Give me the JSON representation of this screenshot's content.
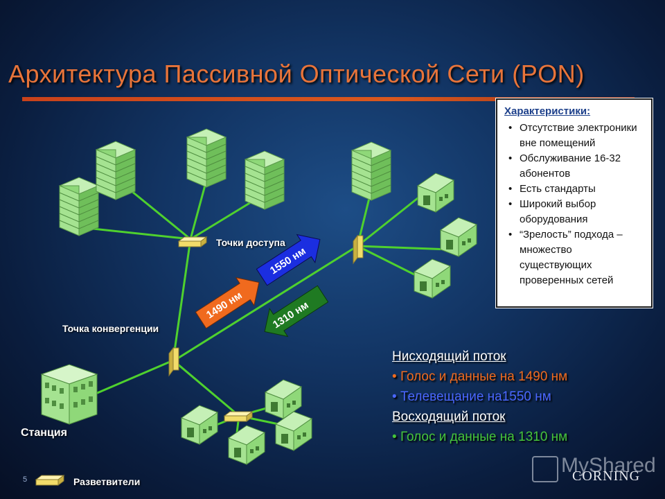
{
  "title": "Архитектура Пассивной Оптической Сети (PON)",
  "labels": {
    "access_points": "Точки доступа",
    "convergence_point": "Точка конвергенции",
    "station": "Станция",
    "splitters": "Разветвители"
  },
  "wavelengths": {
    "w1550": "1550 нм",
    "w1490": "1490 нм",
    "w1310": "1310 нм"
  },
  "characteristics": {
    "heading": "Характеристики:",
    "items": [
      "Отсутствие электроники вне помещений",
      "Обслуживание 16-32 абонентов",
      "Есть стандарты",
      "Широкий выбор оборудования",
      "“Зрелость” подхода – множество существующих проверенных сетей"
    ]
  },
  "flows": {
    "downstream_heading": "Нисходящий поток",
    "downstream_items": [
      "Голос и данные на 1490 нм",
      "Телевещание на1550 нм"
    ],
    "upstream_heading": "Восходящий поток",
    "upstream_items": [
      "Голос и данные на 1310 нм"
    ]
  },
  "footer": {
    "slide_number": "5",
    "watermark": "MyShared",
    "brand": "CORNING"
  },
  "colors": {
    "title": "#e8743a",
    "fiber": "#4fd12e",
    "arrow_1490": "#f06a1e",
    "arrow_1550": "#1b2ee0",
    "arrow_1310": "#1f7a22",
    "flow_1490": "#f06a1e",
    "flow_1550": "#4a67ff",
    "flow_1310": "#45c43a",
    "building": "#8fd879"
  }
}
